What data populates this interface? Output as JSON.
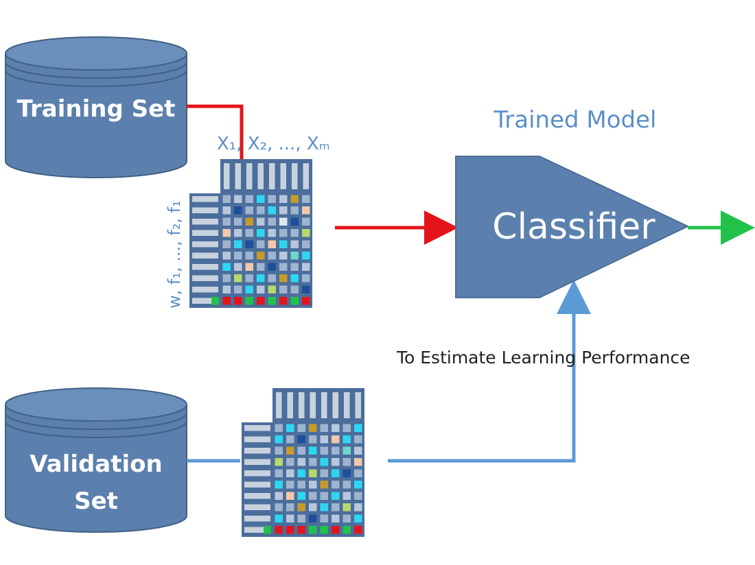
{
  "training_set": {
    "label": "Training Set"
  },
  "validation_set": {
    "line1": "Validation",
    "line2": "Set"
  },
  "feature_header": "X₁, X₂, ..., Xₘ",
  "weight_label": "w, f₁, ..., f₂, f₁",
  "trained_model_label": "Trained Model",
  "classifier_label": "Classifier",
  "estimate_label": "To Estimate Learning Performance",
  "colors": {
    "db_fill": "#5b80ad",
    "db_stroke": "#3f6185",
    "classifier_fill": "#5b80ad",
    "training_arrow": "#e4141b",
    "validation_arrow": "#5b9bd5",
    "output_arrow": "#22c24a",
    "matrix_fill": "#4b6e9c"
  },
  "matrix": {
    "rows": 11,
    "cols": 8,
    "cell_palette": [
      "#9fb4cf",
      "#b8c7dc",
      "#2fd6f0",
      "#1f4f9a",
      "#c89a2a",
      "#b7d86a",
      "#f3c8a8",
      "#6fd6c8",
      "#e0e6ef"
    ],
    "cells_training": [
      [
        0,
        1,
        0,
        2,
        0,
        1,
        4,
        0
      ],
      [
        1,
        3,
        0,
        0,
        2,
        1,
        0,
        6
      ],
      [
        0,
        0,
        4,
        1,
        0,
        8,
        3,
        0
      ],
      [
        6,
        1,
        0,
        2,
        1,
        0,
        0,
        5
      ],
      [
        0,
        2,
        3,
        0,
        6,
        2,
        1,
        0
      ],
      [
        1,
        0,
        0,
        4,
        0,
        1,
        7,
        2
      ],
      [
        2,
        1,
        6,
        0,
        3,
        0,
        0,
        1
      ],
      [
        0,
        5,
        0,
        2,
        0,
        4,
        2,
        0
      ],
      [
        1,
        0,
        2,
        1,
        5,
        0,
        0,
        3
      ]
    ],
    "cells_validation": [
      [
        0,
        2,
        0,
        4,
        0,
        1,
        0,
        2
      ],
      [
        2,
        0,
        3,
        0,
        1,
        6,
        2,
        0
      ],
      [
        0,
        4,
        0,
        2,
        0,
        0,
        7,
        1
      ],
      [
        5,
        0,
        1,
        0,
        2,
        1,
        0,
        6
      ],
      [
        0,
        1,
        2,
        5,
        0,
        2,
        3,
        0
      ],
      [
        2,
        0,
        0,
        1,
        4,
        0,
        0,
        2
      ],
      [
        1,
        6,
        2,
        0,
        0,
        2,
        1,
        0
      ],
      [
        0,
        0,
        4,
        1,
        2,
        0,
        5,
        1
      ],
      [
        2,
        1,
        0,
        3,
        0,
        1,
        0,
        2
      ]
    ],
    "bottom_training": [
      0,
      0,
      1,
      0,
      1,
      0,
      1,
      0,
      1
    ],
    "bottom_validation": [
      0,
      0,
      0,
      1,
      1,
      0,
      1,
      0,
      1
    ]
  }
}
